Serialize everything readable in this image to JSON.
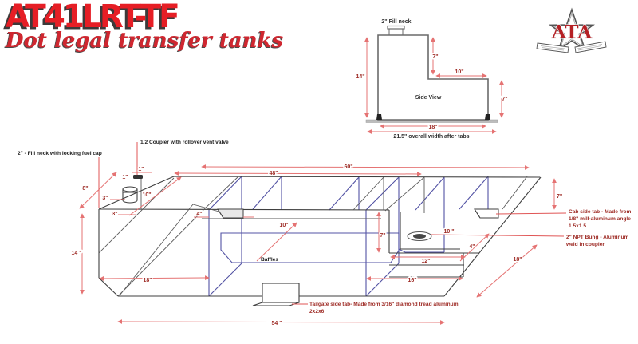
{
  "title": {
    "model": "AT41LRT-TF",
    "tagline": "Dot legal transfer tanks"
  },
  "logo": {
    "letters": "ATA"
  },
  "side_view": {
    "fill_neck_label": "2\" Fill neck",
    "view_label": "Side View",
    "dims": {
      "height": "14\"",
      "step_down": "7\"",
      "step_width": "10\"",
      "right_height": "7\"",
      "base_width": "18\"",
      "overall_width": "21.5\" overall width after tabs"
    }
  },
  "main_drawing": {
    "annotations": {
      "coupler": "1/2 Coupler with rollover vent valve",
      "fill_neck": "2\" - Fill neck with locking fuel cap",
      "baffles": "Baffles",
      "cab_tab_1": "Cab side tab - Made from",
      "cab_tab_2": "1/8\" mill-aluminum angle",
      "cab_tab_3": "1.5x1.5",
      "npt_1": "2\" NPT Bung - Aluminum",
      "npt_2": "weld in coupler",
      "tailgate_1": "Tailgate side tab- Made from 3/16\" diamond tread aluminum",
      "tailgate_2": "2x2x6"
    },
    "dims": {
      "one_a": "1\"",
      "one_b": "1\"",
      "eight": "8\"",
      "three_a": "3\"",
      "three_b": "3\"",
      "ten_left": "10\"",
      "fourteen": "14 \"",
      "eighteen_left": "18\"",
      "fifty_four": "54 \"",
      "four_left": "4\"",
      "forty_eight": "48\"",
      "sixty": "60\"",
      "ten_mid": "10\"",
      "seven_step": "7\"",
      "twelve": "12\"",
      "sixteen": "16\"",
      "ten_bung": "10 \"",
      "four_right": "4\"",
      "eighteen_right": "18\"",
      "seven_right": "7\""
    }
  },
  "colors": {
    "accent_red": "#e61e25",
    "dim_line": "#e57373",
    "dim_text": "#9e2b25",
    "baffle_blue": "#5353a4",
    "outline": "#3f3f3f"
  }
}
